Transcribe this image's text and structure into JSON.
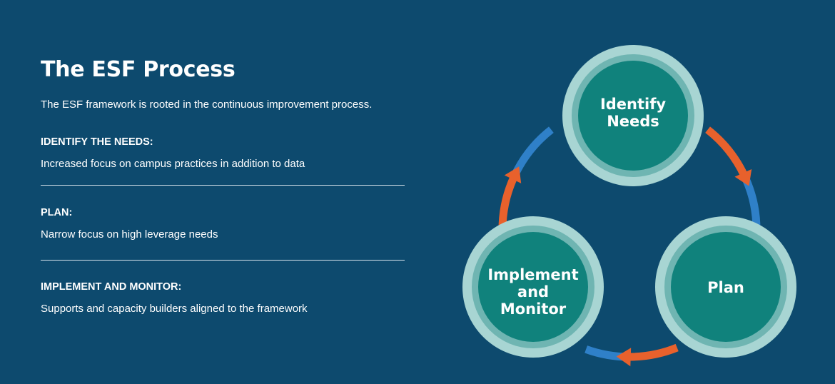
{
  "title": "The ESF Process",
  "intro": "The ESF framework is rooted in the continuous improvement process.",
  "sections": [
    {
      "heading": "IDENTIFY THE NEEDS:",
      "text": "Increased focus on campus practices in addition to data"
    },
    {
      "heading": "PLAN:",
      "text": "Narrow focus on high leverage needs"
    },
    {
      "heading": "IMPLEMENT AND MONITOR:",
      "text": "Supports and capacity builders aligned to the framework"
    }
  ],
  "cycle": {
    "nodes": [
      {
        "line1": "Identify",
        "line2": "Needs"
      },
      {
        "line1": "Plan"
      },
      {
        "line1": "Implement",
        "line2": "and",
        "line3": "Monitor"
      }
    ]
  },
  "colors": {
    "background": "#0d4a6e",
    "node_outer_ring": "#a8d5d3",
    "node_inner_ring": "#6fb5b2",
    "node_fill": "#10827c",
    "arrow_orange": "#e8612c",
    "arrow_blue": "#2f80c8"
  }
}
